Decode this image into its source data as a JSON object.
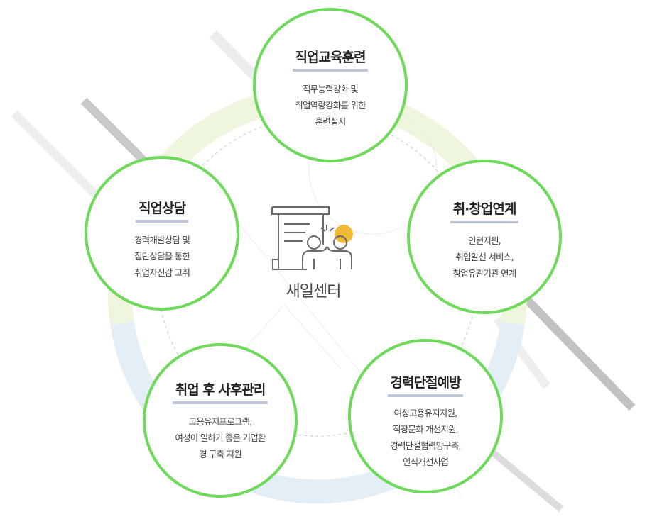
{
  "center": {
    "label": "새일센터",
    "icon": "center-people-document-icon"
  },
  "colors": {
    "node_border": "#6ed95a",
    "title_underline": "#bfc6d7",
    "ring_green": "#eef6dd",
    "ring_blue": "#e4eef7",
    "accent_yellow": "#f2bb35"
  },
  "nodes": [
    {
      "id": "vocational-training",
      "title": "직업교육훈련",
      "lines": [
        "직무능력강화 및",
        "취업역량강화를 위한",
        "훈련실시"
      ]
    },
    {
      "id": "employment-startup",
      "title": "취·창업연계",
      "lines": [
        "인턴지원,",
        "취업알선 서비스,",
        "창업유관기관 연계"
      ]
    },
    {
      "id": "career-break-prevention",
      "title": "경력단절예방",
      "lines": [
        "여성고용유지지원,",
        "직장문화 개선지원,",
        "경력단절협력망구축,",
        "인식개선사업"
      ]
    },
    {
      "id": "post-employment-care",
      "title": "취업 후 사후관리",
      "lines": [
        "고용유지프로그램,",
        "여성이 일하기 좋은 기업환",
        "경 구축 지원"
      ]
    },
    {
      "id": "career-counseling",
      "title": "직업상담",
      "lines": [
        "경력개발상담 및",
        "집단상담을 통한",
        "취업자신감 고취"
      ]
    }
  ]
}
